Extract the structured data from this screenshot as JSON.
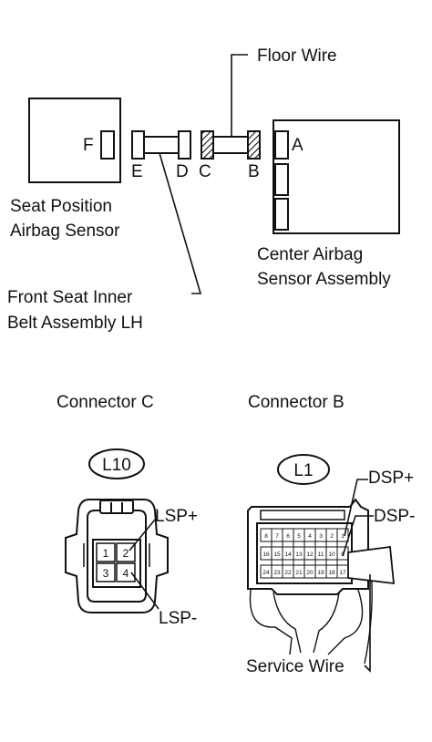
{
  "wiring": {
    "floor_wire": "Floor Wire",
    "seat_sensor": {
      "line1": "Seat Position",
      "line2": "Airbag Sensor"
    },
    "center_assembly": {
      "line1": "Center Airbag",
      "line2": "Sensor Assembly"
    },
    "belt_assembly": {
      "line1": "Front Seat Inner",
      "line2": "Belt Assembly LH"
    },
    "connector_letters": {
      "a": "A",
      "b": "B",
      "c": "C",
      "d": "D",
      "e": "E",
      "f": "F"
    }
  },
  "connector_c": {
    "title": "Connector C",
    "code": "L10",
    "pins": [
      "1",
      "2",
      "3",
      "4"
    ],
    "pos_label": "LSP+",
    "neg_label": "LSP-"
  },
  "connector_b": {
    "title": "Connector B",
    "code": "L1",
    "row1_pins": [
      "8",
      "7",
      "6",
      "5",
      "4",
      "3",
      "2",
      "1"
    ],
    "row2_pins": [
      "16",
      "15",
      "14",
      "13",
      "12",
      "11",
      "10",
      "9"
    ],
    "row3_pins": [
      "24",
      "23",
      "22",
      "21",
      "20",
      "19",
      "18",
      "17"
    ],
    "pos_label": "DSP+",
    "neg_label": "DSP-",
    "service_wire": "Service Wire"
  }
}
